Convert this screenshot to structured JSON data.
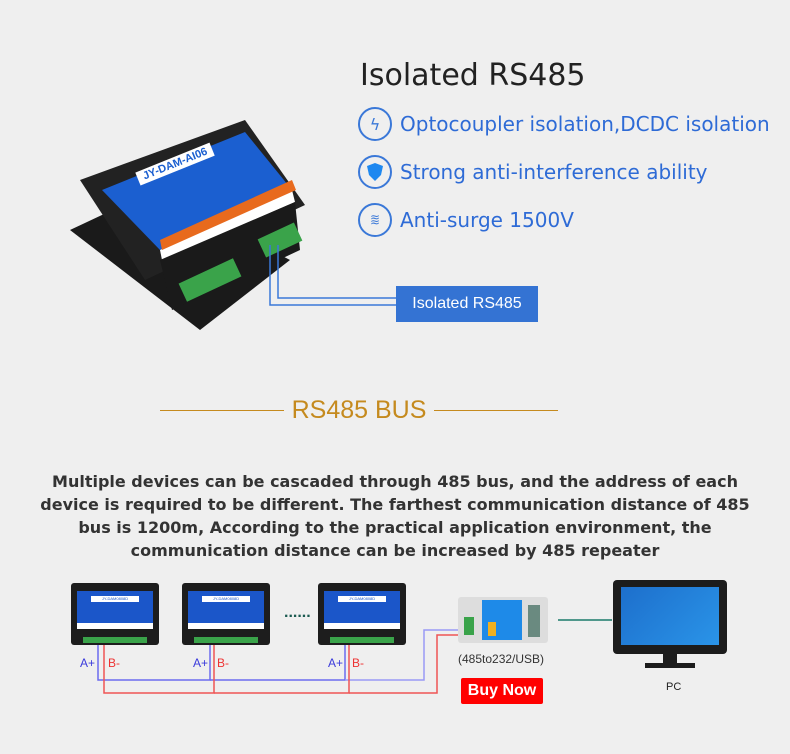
{
  "header": {
    "title": "Isolated RS485"
  },
  "features": [
    {
      "icon": "lightning-icon",
      "text": "Optocoupler isolation,DCDC isolation"
    },
    {
      "icon": "shield-icon",
      "text": "Strong anti-interference ability"
    },
    {
      "icon": "surge-waves-icon",
      "text": "Anti-surge 1500V"
    }
  ],
  "product": {
    "model": "JY-DAM-AI06",
    "callout": "Isolated RS485"
  },
  "bus_section": {
    "title": "RS485 BUS",
    "description": "Multiple devices can be cascaded through 485 bus, and the address of each device is required to be different. The farthest communication distance of 485 bus is 1200m, According to the practical application environment, the communication distance can be increased by 485 repeater"
  },
  "diagram": {
    "device_model": "JY-DAM0808D",
    "a_label": "A+",
    "b_label": "B-",
    "ellipsis": "......",
    "converter_label": "(485to232/USB)",
    "buy_button": "Buy Now",
    "pc_label": "PC",
    "a_color": "#3a3adb",
    "b_color": "#e33"
  }
}
